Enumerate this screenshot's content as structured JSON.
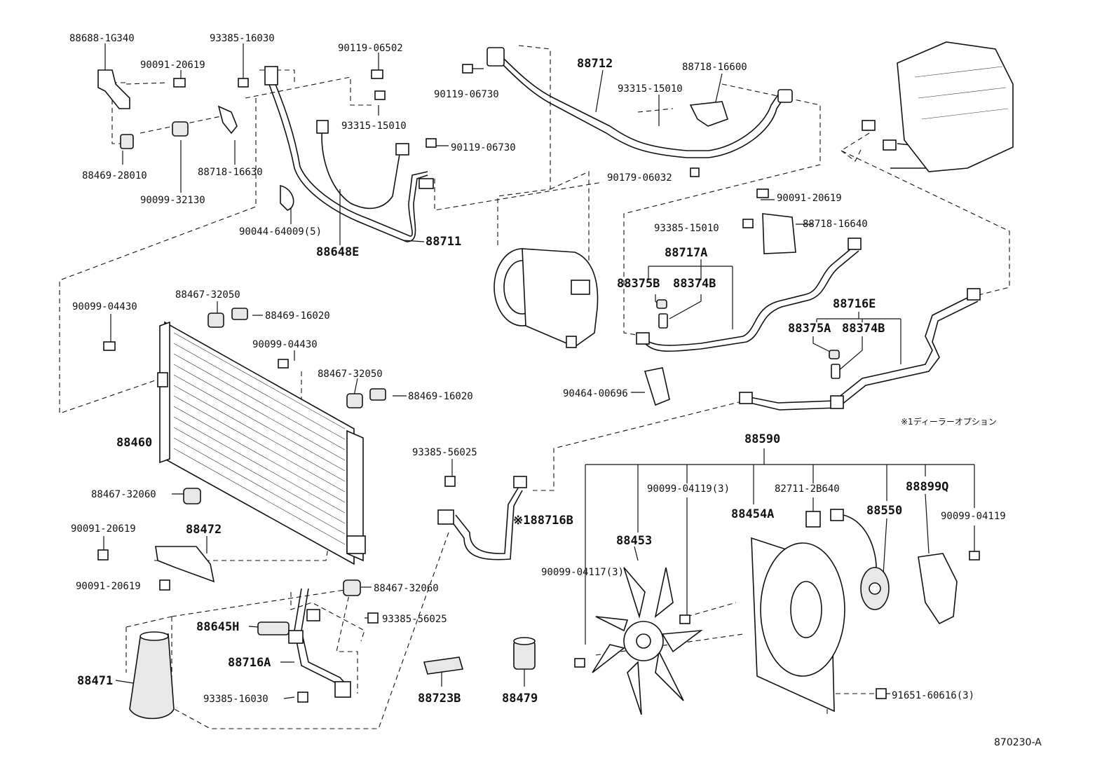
{
  "labels": {
    "p88688_1G340": "88688-1G340",
    "p90091_20619_a": "90091-20619",
    "p93385_16030_a": "93385-16030",
    "p90119_06502": "90119-06502",
    "p93315_15010_a": "93315-15010",
    "p90119_06730_a": "90119-06730",
    "p90119_06730_b": "90119-06730",
    "p88712": "88712",
    "p88718_16600": "88718-16600",
    "p93315_15010_b": "93315-15010",
    "p90179_06032": "90179-06032",
    "p88469_28010": "88469-28010",
    "p88718_16630": "88718-16630",
    "p90099_32130": "90099-32130",
    "p90044_64009": "90044-64009(5)",
    "p88648E": "88648E",
    "p88711": "88711",
    "p90091_20619_b": "90091-20619",
    "p93385_15010": "93385-15010",
    "p88718_16640": "88718-16640",
    "p88717A": "88717A",
    "p88375B": "88375B",
    "p88374B_a": "88374B",
    "p88716E": "88716E",
    "p88375A": "88375A",
    "p88374B_b": "88374B",
    "p90099_04430_a": "90099-04430",
    "p88467_32050_a": "88467-32050",
    "p88469_16020_a": "88469-16020",
    "p90099_04430_b": "90099-04430",
    "p88467_32050_b": "88467-32050",
    "p88469_16020_b": "88469-16020",
    "p90464_00696": "90464-00696",
    "p_dealer_option": "※1ディーラーオプション",
    "p88460": "88460",
    "p93385_56025_a": "93385-56025",
    "p88590": "88590",
    "p88467_32060_a": "88467-32060",
    "p90099_04119_3": "90099-04119(3)",
    "p82711_2B640": "82711-2B640",
    "p88899Q": "88899Q",
    "p88550": "88550",
    "p88454A": "88454A",
    "p90099_04119": "90099-04119",
    "p88716B": "※188716B",
    "p90091_20619_c": "90091-20619",
    "p88472": "88472",
    "p88453": "88453",
    "p90091_20619_d": "90091-20619",
    "p90099_04117": "90099-04117(3)",
    "p88467_32060_b": "88467-32060",
    "p93385_56025_b": "93385-56025",
    "p88645H": "88645H",
    "p88716A": "88716A",
    "p88471": "88471",
    "p93385_16030_b": "93385-16030",
    "p88723B": "88723B",
    "p88479": "88479",
    "p91651_60616": "91651-60616(3)",
    "p870230A": "870230-A"
  },
  "icons": [
    "bolt-icon",
    "grommet-icon",
    "clamp-icon",
    "compressor-icon",
    "condenser-icon",
    "receiver-dryer-icon",
    "fan-icon",
    "fan-shroud-icon",
    "fan-motor-icon",
    "evaporator-unit-icon",
    "pressure-switch-icon",
    "valve-cap-icon"
  ]
}
